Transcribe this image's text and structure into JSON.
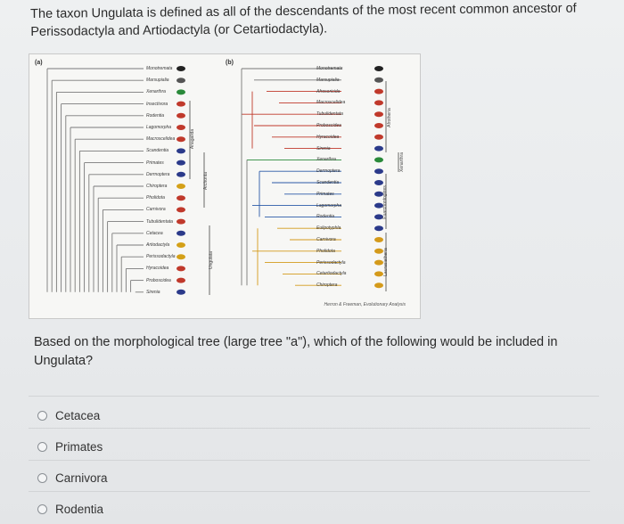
{
  "intro_text": "The taxon Ungulata is defined as all of the descendants of the most recent common ancestor of Perissodactyla and Artiodactyla (or Cetartiodactyla).",
  "figure": {
    "panel_a_label": "(a)",
    "panel_b_label": "(b)",
    "tree_a_taxa": [
      "Monotremata",
      "Marsupialia",
      "Xenarthra",
      "Insectivora",
      "Rodentia",
      "Lagomorpha",
      "Macroscelidea",
      "Scandentia",
      "Primates",
      "Dermoptera",
      "Chiroptera",
      "Pholidota",
      "Carnivora",
      "Tubulidentata",
      "Cetacea",
      "Artiodactyla",
      "Perissodactyla",
      "Hyracoidea",
      "Proboscidea",
      "Sirenia"
    ],
    "tree_a_clade_labels": [
      "Anagalida",
      "Archonta",
      "Ungulata"
    ],
    "tree_b_taxa": [
      "Monotremata",
      "Marsupialia",
      "Afrosoricida",
      "Macroscelidea",
      "Tubulidentata",
      "Proboscidea",
      "Hyracoidea",
      "Sirenia",
      "Xenarthra",
      "Dermoptera",
      "Scandentia",
      "Primates",
      "Lagomorpha",
      "Rodentia",
      "Eulipotyphla",
      "Carnivora",
      "Pholidota",
      "Perissodactyla",
      "Cetartiodactyla",
      "Chiroptera"
    ],
    "tree_b_clade_labels": [
      "Afrotheria",
      "Xenarthra",
      "Euarchontoglires",
      "Laurasiatheria"
    ],
    "credit": "Herron & Freeman, Evolutionary Analysis"
  },
  "question_text": "Based on the morphological tree (large tree \"a\"), which of the following would be included in Ungulata?",
  "options": [
    "Cetacea",
    "Primates",
    "Carnivora",
    "Rodentia"
  ]
}
